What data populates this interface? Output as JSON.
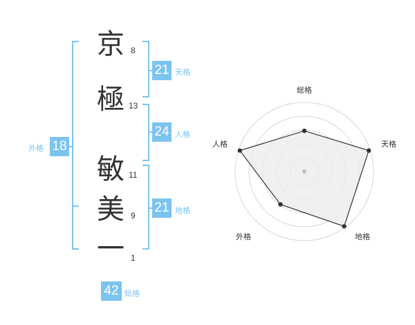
{
  "name": {
    "characters": [
      {
        "char": "京",
        "strokes": "8"
      },
      {
        "char": "極",
        "strokes": "13"
      },
      {
        "char": "敏",
        "strokes": "11"
      },
      {
        "char": "美",
        "strokes": "9"
      },
      {
        "char": "一",
        "strokes": "1"
      }
    ]
  },
  "kakusu": {
    "tenkaku": {
      "value": "21",
      "label": "天格"
    },
    "jinkaku": {
      "value": "24",
      "label": "人格"
    },
    "chikaku": {
      "value": "21",
      "label": "地格"
    },
    "gaikaku": {
      "value": "18",
      "label": "外格"
    },
    "soukaku": {
      "value": "42",
      "label": "総格"
    }
  },
  "radar": {
    "axis_labels": [
      "総格",
      "天格",
      "地格",
      "外格",
      "人格"
    ],
    "levels": 5,
    "scores": [
      3,
      5,
      5,
      3,
      5
    ],
    "accent": "#7cc4ee",
    "fill": "#ebebeb"
  }
}
